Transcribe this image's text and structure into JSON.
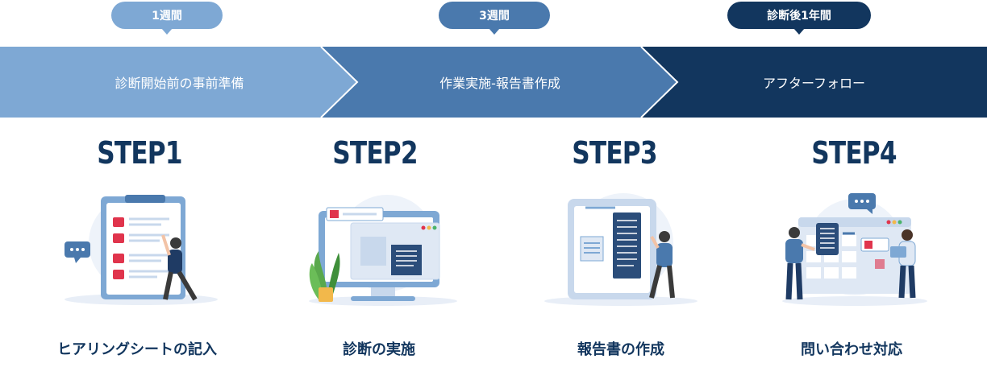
{
  "durations": [
    "1週間",
    "3週間",
    "診断後1年間"
  ],
  "phases": [
    "診断開始前の事前準備",
    "作業実施-報告書作成",
    "アフターフォロー"
  ],
  "steps": [
    {
      "title": "STEP1",
      "caption": "ヒアリングシートの記入",
      "icon": "checklist-icon"
    },
    {
      "title": "STEP2",
      "caption": "診断の実施",
      "icon": "monitor-icon"
    },
    {
      "title": "STEP3",
      "caption": "報告書の作成",
      "icon": "report-icon"
    },
    {
      "title": "STEP4",
      "caption": "問い合わせ対応",
      "icon": "support-icon"
    }
  ],
  "colors": {
    "light": "#7ea8d4",
    "mid": "#4a79ad",
    "dark": "#12365e",
    "accent": "#e0344c"
  }
}
